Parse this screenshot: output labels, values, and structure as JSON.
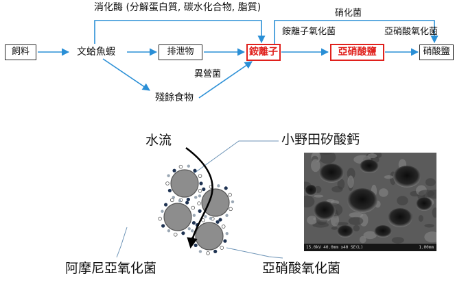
{
  "flow": {
    "feed": "飼料",
    "clam": "文蛤魚蝦",
    "excreta": "排泄物",
    "ammonium": "銨離子",
    "nitrite": "亞硝酸鹽",
    "nitrate": "硝酸鹽",
    "leftover": "殘餘食物",
    "digestive_enzymes": "消化酶 (分解蛋白質, 碳水化合物, 脂質)",
    "nitrifying_bacteria": "硝化菌",
    "ammonia_oxidizer": "銨離子氧化菌",
    "nitrite_oxidizer": "亞硝酸氧化菌",
    "heterotrophs": "異營菌"
  },
  "particles": {
    "water_flow": "水流",
    "calcium_silicate": "小野田矽酸鈣",
    "ammonia_oxidizer": "阿摩尼亞氧化菌",
    "nitrite_oxidizer": "亞硝酸氧化菌"
  },
  "sem": {
    "caption_left": "15.0kV 40.0mm x40 SE(L)",
    "caption_right": "1.00mm"
  },
  "colors": {
    "arrow": "#2a8fd6",
    "highlight": "#e0201c",
    "sphere": "#8d8d8d"
  }
}
